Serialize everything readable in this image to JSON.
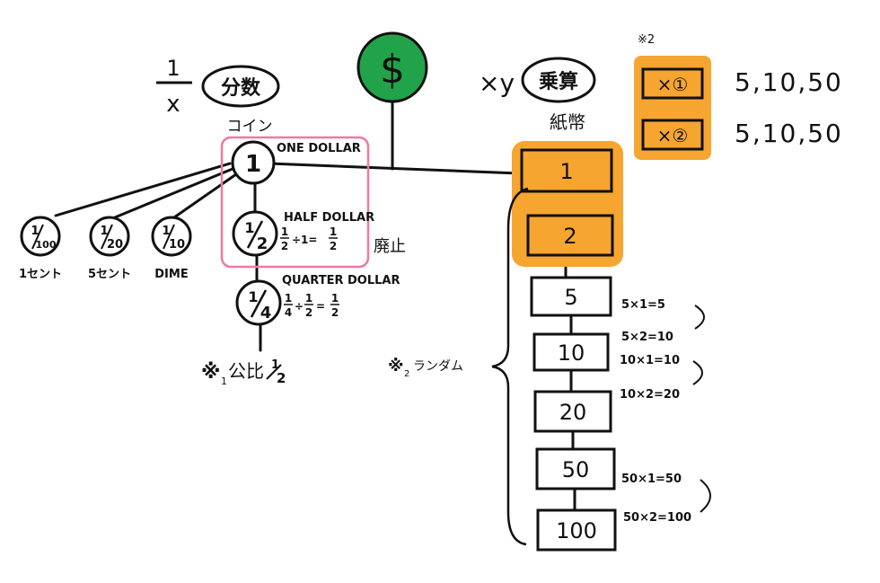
{
  "coins": {
    "fraction_num": "1",
    "fraction_den": "x",
    "label": "分数",
    "caption": "コイン",
    "one": {
      "value": "1",
      "name": "ONE DOLLAR"
    },
    "half": {
      "num": "1",
      "den": "2",
      "name": "HALF DOLLAR",
      "formula": {
        "a_num": "1",
        "a_den": "2",
        "mid": "÷1=",
        "b_num": "1",
        "b_den": "2"
      }
    },
    "quarter": {
      "num": "1",
      "den": "4",
      "name": "QUARTER DOLLAR",
      "formula": {
        "a_num": "1",
        "a_den": "4",
        "mid": "÷",
        "c_num": "1",
        "c_den": "2",
        "eq": "=",
        "b_num": "1",
        "b_den": "2"
      }
    },
    "small": [
      {
        "num": "1",
        "den": "100",
        "name": "1セント"
      },
      {
        "num": "1",
        "den": "20",
        "name": "5セント"
      },
      {
        "num": "1",
        "den": "10",
        "name": "DIME"
      }
    ],
    "ratio_note": {
      "mark": "※",
      "sub": "1",
      "text": "公比",
      "num": "1",
      "den": "2"
    }
  },
  "abolished": "廃止",
  "dollar": {
    "symbol": "$",
    "color": "#21a349"
  },
  "bills": {
    "prefix": "×y",
    "label": "乗算",
    "caption": "紙幣",
    "orange_boxes": [
      "1",
      "2"
    ],
    "white_boxes": [
      "5",
      "10",
      "20",
      "50",
      "100"
    ],
    "random_note": {
      "mark": "※",
      "sub": "2",
      "text": "ランダム"
    },
    "calcs": [
      "5×1=5",
      "5×2=10",
      "10×1=10",
      "10×2=20",
      "50×1=50",
      "50×2=100"
    ]
  },
  "note2": {
    "title": "※2",
    "rows": [
      {
        "box": "×①",
        "values": "5,10,50"
      },
      {
        "box": "×②",
        "values": "5,10,50"
      }
    ]
  },
  "colors": {
    "orange": "#f6a531",
    "pink": "#ee7aa4",
    "green": "#21a349"
  }
}
